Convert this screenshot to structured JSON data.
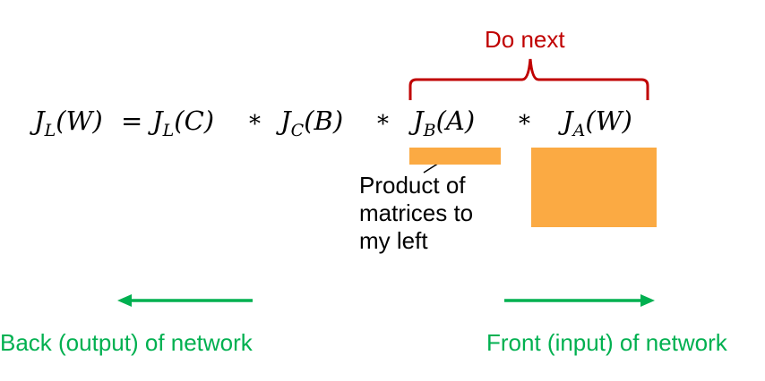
{
  "colors": {
    "accent_red": "#c00000",
    "orange": "#fbaa43",
    "green": "#00b050",
    "text": "#000000"
  },
  "annotation": {
    "label": "Do next"
  },
  "equation": {
    "lhs": {
      "name": "J",
      "sub": "L",
      "arg": "(W)"
    },
    "equals": "=",
    "terms": [
      {
        "name": "J",
        "sub": "L",
        "arg": "(C)"
      },
      {
        "name": "J",
        "sub": "C",
        "arg": "(B)"
      },
      {
        "name": "J",
        "sub": "B",
        "arg": "(A)"
      },
      {
        "name": "J",
        "sub": "A",
        "arg": "(W)"
      }
    ],
    "operator": "*"
  },
  "caption": {
    "lines": [
      "Product of",
      "matrices to",
      "my left"
    ]
  },
  "directions": {
    "back": {
      "label": "Back (output) of network",
      "icon": "arrow-left-icon"
    },
    "front": {
      "label": "Front (input) of network",
      "icon": "arrow-right-icon"
    }
  }
}
